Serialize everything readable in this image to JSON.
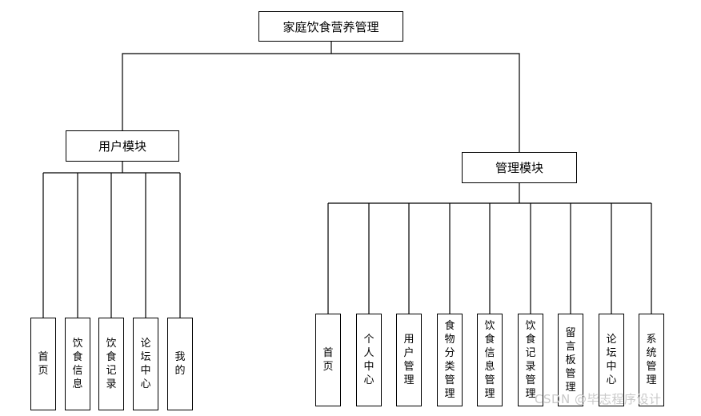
{
  "root": {
    "label": "家庭饮食营养管理"
  },
  "user_module": {
    "label": "用户模块",
    "items": [
      "首页",
      "饮食信息",
      "饮食记录",
      "论坛中心",
      "我的"
    ]
  },
  "admin_module": {
    "label": "管理模块",
    "items": [
      "首页",
      "个人中心",
      "用户管理",
      "食物分类管理",
      "饮食信息管理",
      "饮食记录管理",
      "留言板管理",
      "论坛中心",
      "系统管理"
    ]
  },
  "watermark": "CSDN @毕志程序设计"
}
